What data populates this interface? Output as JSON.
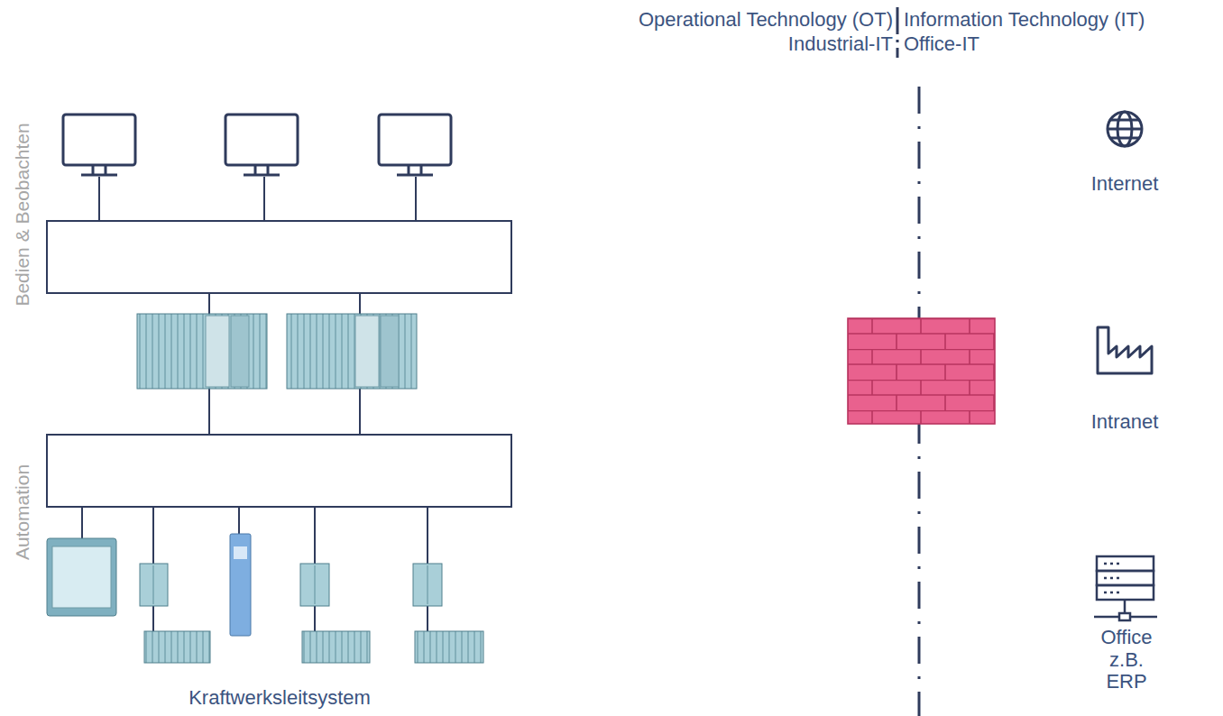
{
  "diagram": {
    "labels": [
      "Operational Technology (OT)",
      "Industrial-IT",
      "Information Technology (IT)",
      "Office-IT",
      "Internet",
      "Bedien & Beobachten",
      "Intranet",
      "Automation",
      "Office z.B. ERP",
      "Kraftwerksleitsystem"
    ]
  }
}
